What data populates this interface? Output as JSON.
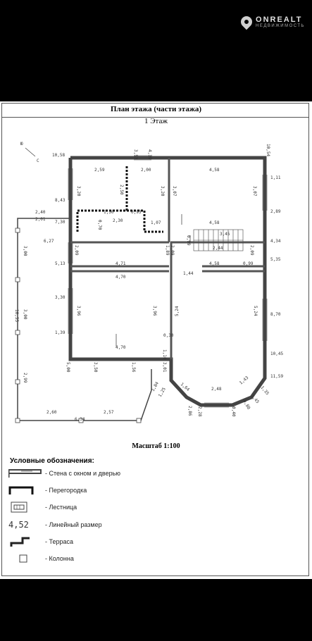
{
  "brand": {
    "name": "ONREALT",
    "tagline": "НЕДВИЖИМОСТЬ"
  },
  "sheet": {
    "title": "План этажа (части этажа)",
    "floor": "1 Этаж",
    "scale": "Масштаб 1:100"
  },
  "compass": {
    "north": "Ю",
    "south": "С"
  },
  "legend": {
    "title": "Условные обозначения:",
    "items": [
      {
        "label": "- Стена с окном и дверью"
      },
      {
        "label": "- Перегородка"
      },
      {
        "label": "- Лестница"
      },
      {
        "label": "- Линейный размер",
        "sample": "4,52"
      },
      {
        "label": "- Терраса"
      },
      {
        "label": "- Колонна"
      }
    ]
  },
  "dims": {
    "d1": "10,58",
    "d2": "3,53",
    "d3": "4,39",
    "d4": "10,54",
    "d5": "2,59",
    "d6": "2,00",
    "d7": "4,58",
    "d8": "1,11",
    "d9": "8,43",
    "d10": "3,20",
    "d11": "3,20",
    "d12": "3,07",
    "d13": "3,07",
    "d14": "2,89",
    "d15": "2,40",
    "d16": "2,01",
    "d17": "7,30",
    "d18": "1,50",
    "d19": "0,93",
    "d20": "2,30",
    "d21": "2,50",
    "d22": "4,58",
    "d23": "3,45",
    "d24": "4,34",
    "d25": "6,27",
    "d26": "2,09",
    "d27": "1,89",
    "d28": "2,09",
    "d29": "0,99",
    "d30": "2,44",
    "d31": "2,09",
    "d32": "5,35",
    "d33": "5,13",
    "d34": "4,71",
    "d35": "1,44",
    "d36": "4,58",
    "d37": "0,99",
    "d38": "3,00",
    "d39": "4,70",
    "d40": "3,30",
    "d41": "3,96",
    "d42": "3,96",
    "d43": "5,24",
    "d44": "5,24",
    "d45": "10,55",
    "d46": "3,00",
    "d47": "8,70",
    "d48": "1,39",
    "d49": "4,70",
    "d50": "5,00",
    "d51": "3,50",
    "d52": "1,56",
    "d53": "3,01",
    "d54": "10,45",
    "d55": "2,99",
    "d56": "1,84",
    "d57": "1,64",
    "d58": "2,48",
    "d59": "1,43",
    "d60": "11,59",
    "d61": "1,35",
    "d62": "2,60",
    "d63": "2,57",
    "d64": "6,34",
    "d65": "2,28",
    "d66": "0,40",
    "d67": "2,86",
    "d68": "0,80",
    "d69": "1,25",
    "d70": "1,45",
    "d71": "0,30",
    "d72": "1,07",
    "d73": "0,70",
    "d74": "1,10"
  }
}
